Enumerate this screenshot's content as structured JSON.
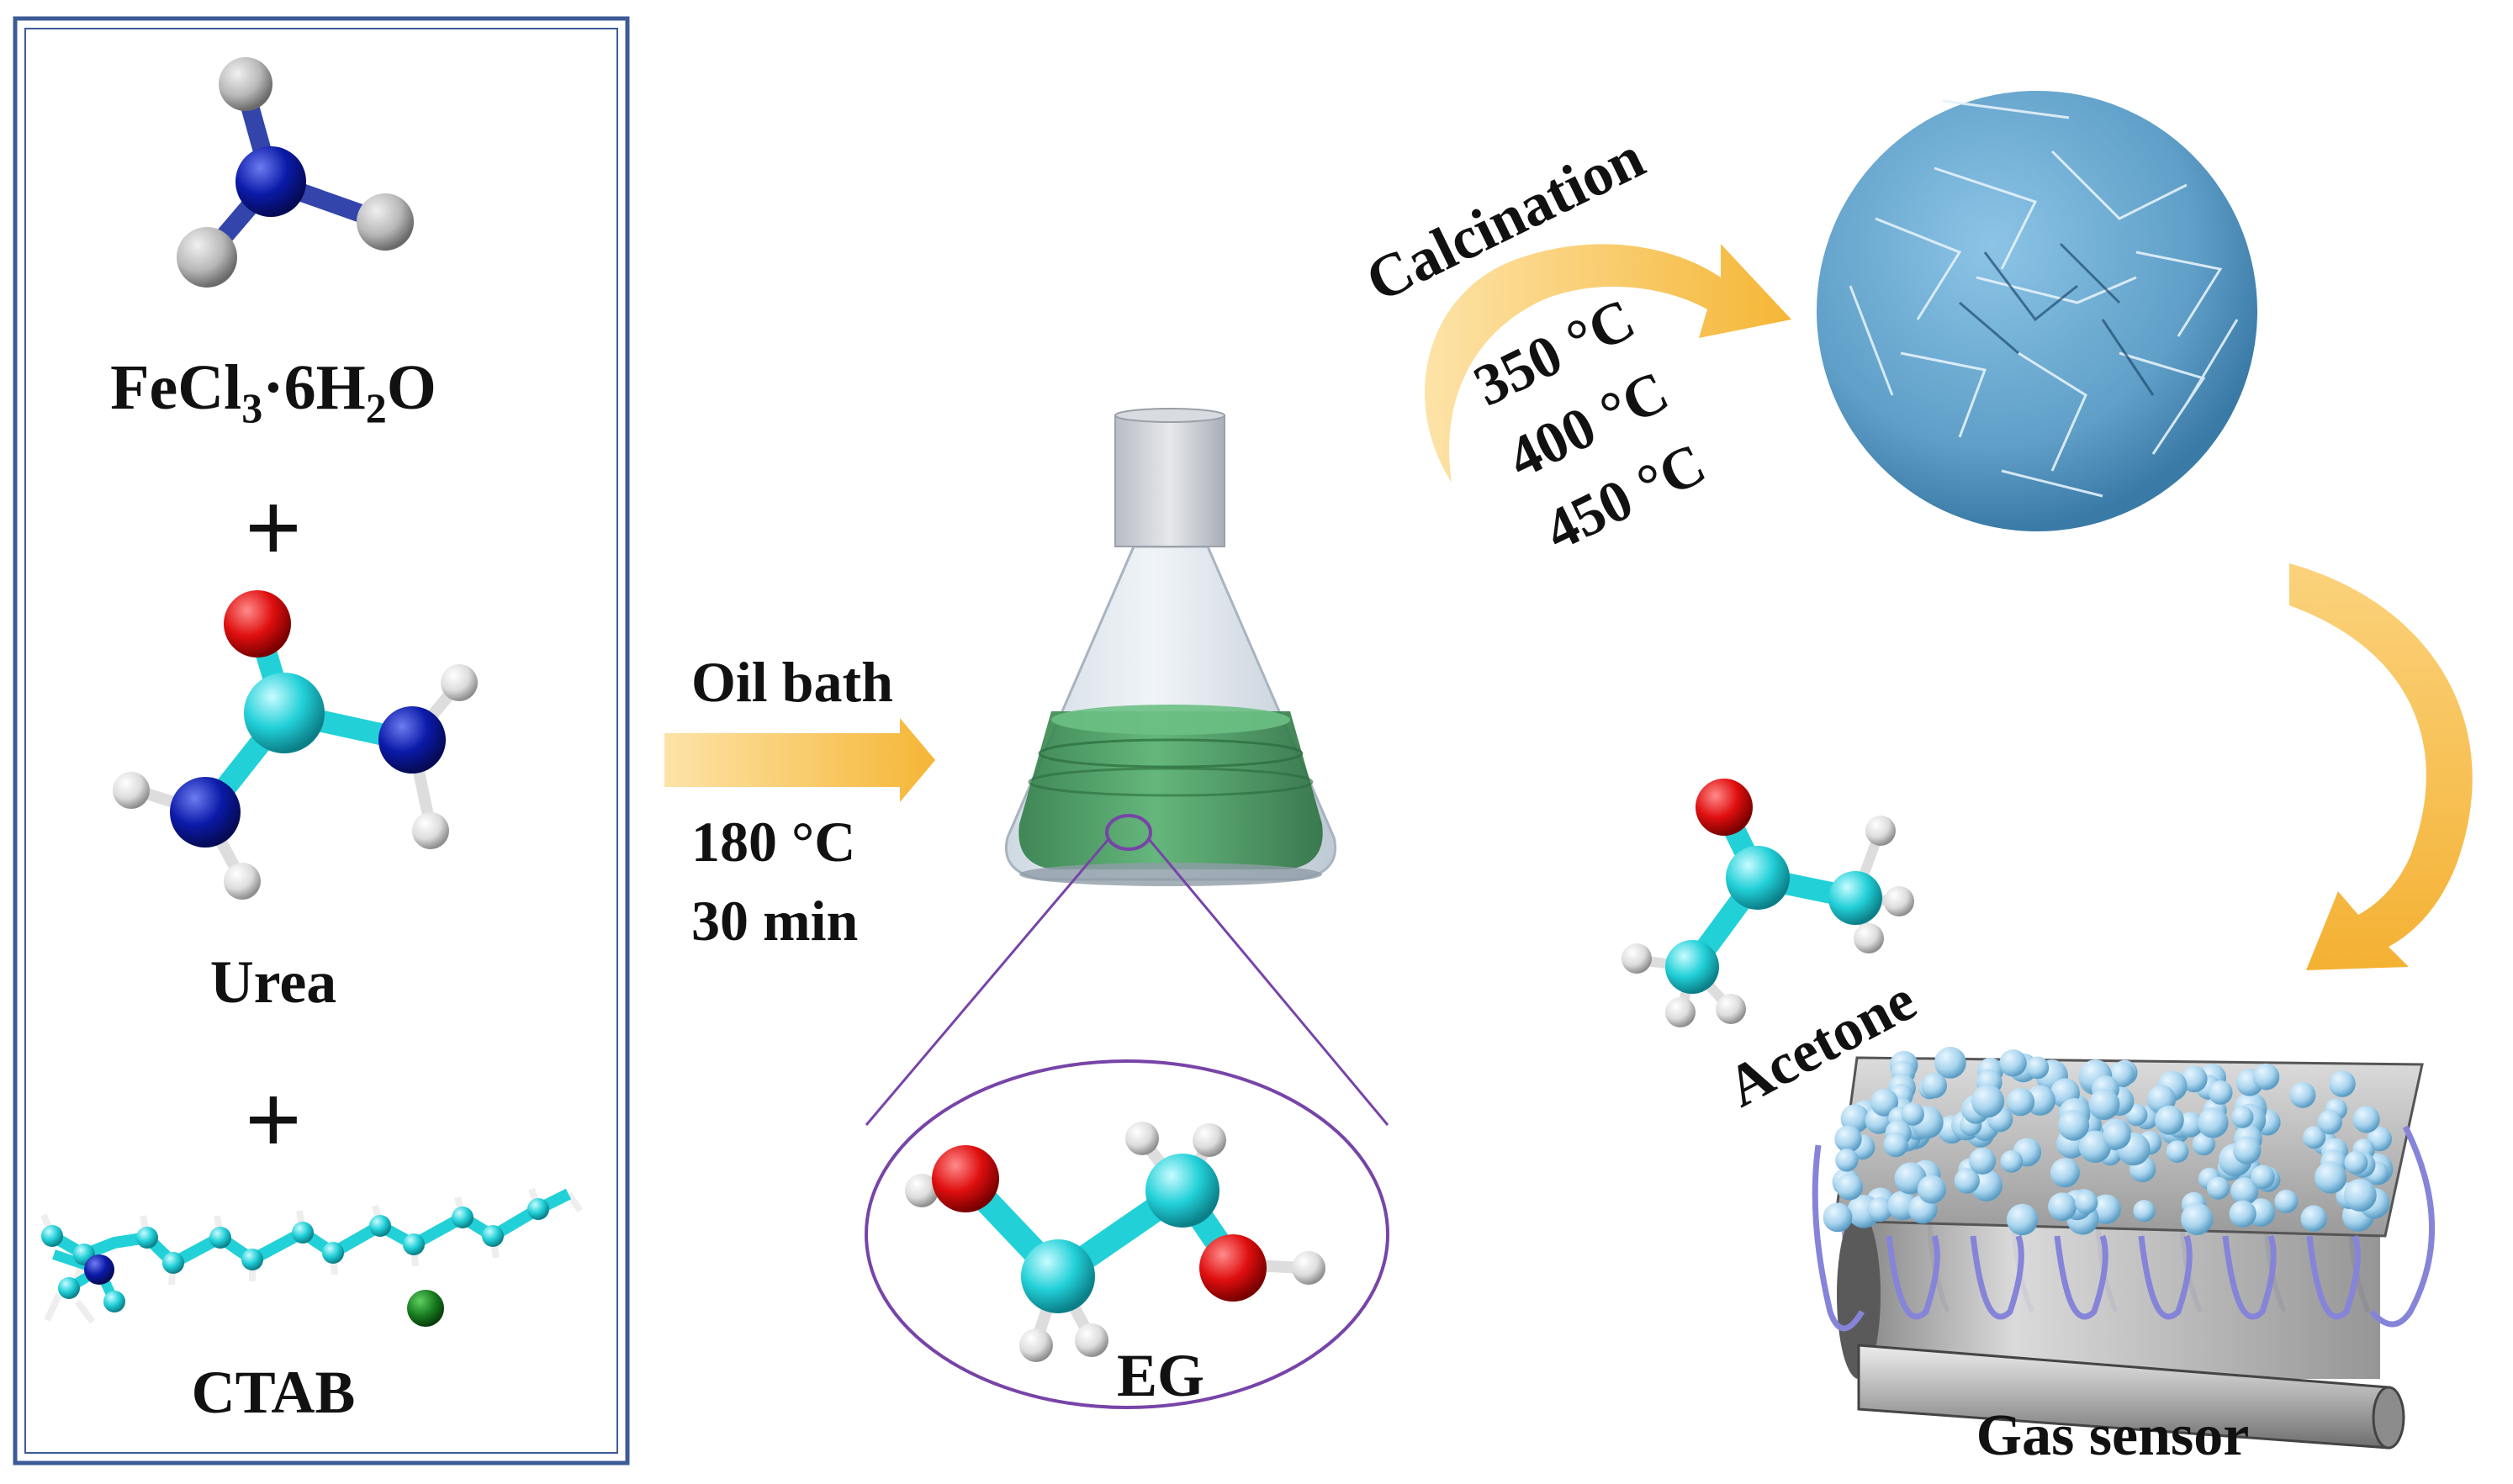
{
  "reagents": {
    "fecl3": {
      "base": "FeCl",
      "sub1": "3",
      "mid": "·6H",
      "sub2": "2",
      "end": "O"
    },
    "plus": "+",
    "urea": "Urea",
    "ctab": "CTAB"
  },
  "step1": {
    "label": "Oil bath",
    "temp": "180 °C",
    "time": "30 min"
  },
  "solvent": {
    "label": "EG"
  },
  "calcination": {
    "label": "Calcination",
    "temps": [
      "350 °C",
      "400 °C",
      "450 °C"
    ]
  },
  "target_gas": {
    "label": "Acetone"
  },
  "device": {
    "label": "Gas sensor"
  },
  "colors": {
    "arrow": "#f9c04e",
    "frame": "#3d5b96",
    "liquid": "#3f9a58",
    "sphere": "#5f9fc8",
    "zoom": "#7744a8",
    "nitrogen": "#0b1aa8",
    "oxygen": "#e00f0f",
    "carbon": "#22d0d8",
    "hydrogen": "#dcdcdc",
    "bromide": "#167a1e",
    "coil": "#8584d8",
    "particle": "#a8d4ee"
  }
}
